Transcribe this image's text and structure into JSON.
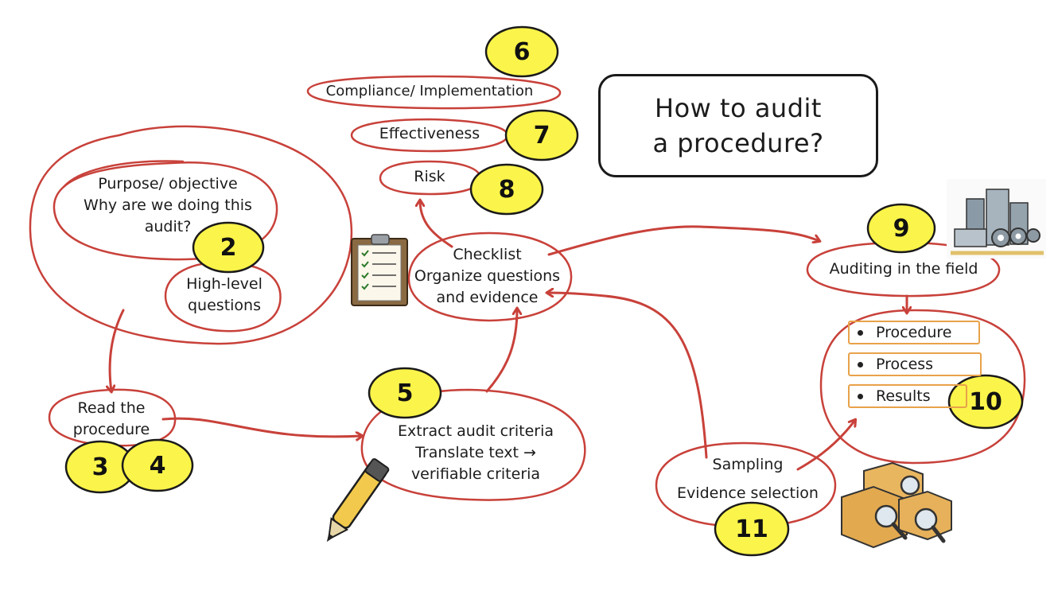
{
  "title": {
    "line1": "How to audit",
    "line2": "a procedure?"
  },
  "nodes": {
    "purpose": {
      "line1": "Purpose/ objective",
      "line2": "Why are we doing this",
      "line3": "audit?"
    },
    "high_level": {
      "line1": "High-level",
      "line2": "questions"
    },
    "read": {
      "line1": "Read the",
      "line2": "procedure"
    },
    "extract": {
      "line1": "Extract audit criteria",
      "line2": "Translate text →",
      "line3": "verifiable criteria"
    },
    "checklist": {
      "line1": "Checklist",
      "line2": "Organize questions",
      "line3": "and evidence"
    },
    "compliance": "Compliance/ Implementation",
    "effectiveness": "Effectiveness",
    "risk": "Risk",
    "field": "Auditing in the field",
    "sampling": {
      "line1": "Sampling",
      "line2": "Evidence selection"
    },
    "results_list": [
      "Procedure",
      "Process",
      "Results"
    ]
  },
  "numbers": {
    "n2": "2",
    "n3": "3",
    "n4": "4",
    "n5": "5",
    "n6": "6",
    "n7": "7",
    "n8": "8",
    "n9": "9",
    "n10": "10",
    "n11": "11"
  },
  "colors": {
    "stroke": "#c8413a",
    "badge": "#fbf44a",
    "chip_border": "#e8a24a"
  },
  "icons": [
    "clipboard-checklist-icon",
    "pen-icon",
    "factory-gears-icon",
    "boxes-magnifier-icon"
  ]
}
